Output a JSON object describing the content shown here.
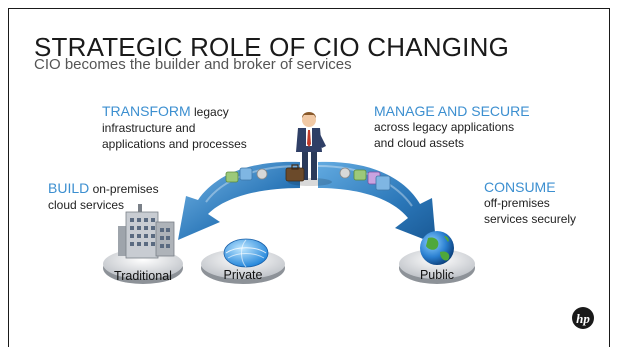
{
  "title": "STRATEGIC ROLE OF CIO CHANGING",
  "subtitle": "CIO becomes the builder and broker of services",
  "callouts": {
    "transform": {
      "keyword": "TRANSFORM",
      "line1": "legacy",
      "line2": "infrastructure and",
      "line3": "applications and processes"
    },
    "manage": {
      "keyword": "MANAGE AND SECURE",
      "line1": "across legacy applications",
      "line2": "and cloud assets"
    },
    "build": {
      "keyword": "BUILD",
      "line1": "on-premises",
      "line2": "cloud services"
    },
    "consume": {
      "keyword": "CONSUME",
      "line1": "off-premises",
      "line2": "services securely"
    }
  },
  "platforms": {
    "traditional": "Traditional",
    "private": "Private",
    "public": "Public"
  },
  "colors": {
    "accent_blue": "#3c8fd0",
    "arrow_blue": "#1f6fb4",
    "title_text": "#1a1a1a"
  },
  "icons": [
    "person-icon",
    "briefcase-icon",
    "building-icon",
    "cloud-globe-icon",
    "earth-globe-icon",
    "hp-logo-icon"
  ]
}
